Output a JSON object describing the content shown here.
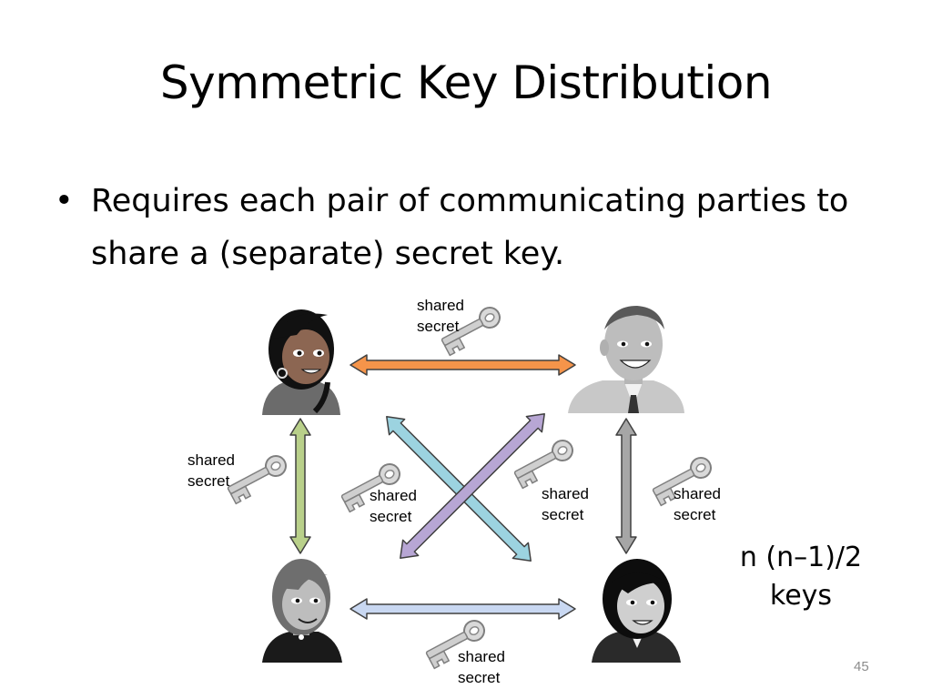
{
  "slide": {
    "title": "Symmetric Key Distribution",
    "bullet_symbol": "•",
    "bullet": "Requires each pair of communicating parties to share a (separate) secret key.",
    "formula_line1": "n (n–1)/2",
    "formula_line2": "keys",
    "page_number": "45"
  },
  "labels": {
    "top_line1": "shared",
    "top_line2": "secret",
    "left_line1": "shared",
    "left_line2": "secret",
    "center_left_line1": "shared",
    "center_left_line2": "secret",
    "center_right_line1": "shared",
    "center_right_line2": "secret",
    "right_line1": "shared",
    "right_line2": "secret",
    "bottom_line1": "shared",
    "bottom_line2": "secret"
  },
  "colors": {
    "arrow_top": "#f5944a",
    "arrow_left": "#b9d08a",
    "arrow_diag_down": "#9cd3e0",
    "arrow_diag_up": "#b7a6d4",
    "arrow_right": "#a6a6a6",
    "arrow_bottom": "#c9d8f2"
  }
}
